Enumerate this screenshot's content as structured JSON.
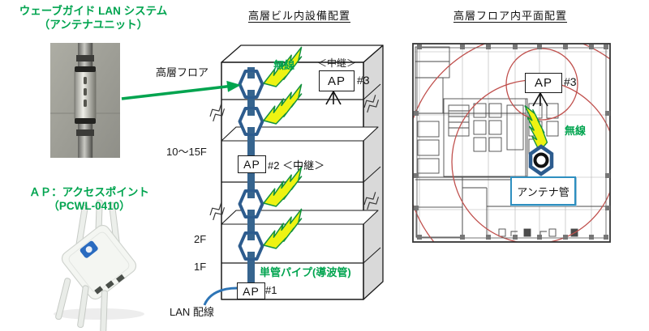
{
  "left_panel": {
    "waveguide_title": "ウェーブガイド LAN システム",
    "waveguide_subtitle": "（アンテナユニット）",
    "ap_title": "ＡＰ：アクセスポイント",
    "ap_subtitle": "（PCWL-0410）"
  },
  "building_diagram": {
    "title": "高層ビル内設備配置",
    "floor_labels": [
      "高層フロア",
      "10～15F",
      "2F",
      "1F"
    ],
    "wireless_label": "無線",
    "relay_top": "＜中継＞",
    "ap3_label": "AP",
    "ap3_number": "#3",
    "ap2_label": "AP",
    "ap2_suffix": "#2 ＜中継＞",
    "ap1_label": "AP",
    "ap1_number": "#1",
    "pipe_label": "単管パイプ(導波管)",
    "lan_label": "LAN 配線"
  },
  "floor_plan": {
    "title": "高層フロア内平面配置",
    "ap_label": "AP",
    "ap_number": "#3",
    "wireless_label": "無線",
    "antenna_pipe_label": "アンテナ管"
  },
  "colors": {
    "accent_green": "#00a44f",
    "pipe_blue": "#36648e",
    "hexagon_blue": "#2d5c8e",
    "bolt_yellow": "#eef312",
    "bolt_outline": "#13913f",
    "coverage_red": "#c0504d",
    "note_box_teal": "#2e8fc0",
    "lan_blue": "#2e75b6"
  }
}
